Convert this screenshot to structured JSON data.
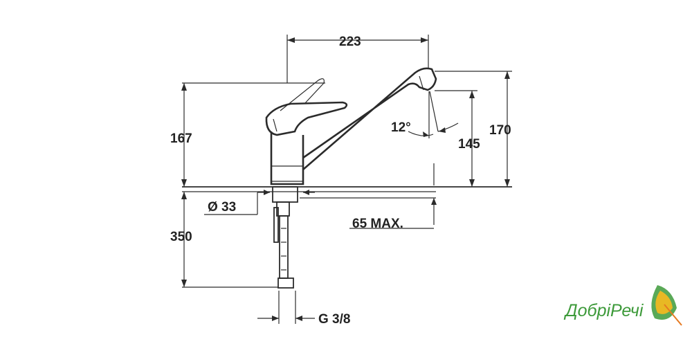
{
  "dimensions": {
    "width_label": "223",
    "height_left_label": "167",
    "height_right_label": "170",
    "spout_height_label": "145",
    "angle_label": "12°",
    "diameter_label": "Ø 33",
    "max_thickness_label": "65 MAX.",
    "hose_length_label": "350",
    "thread_label": "G 3/8"
  },
  "logo": {
    "text": "ДобріРечі"
  },
  "colors": {
    "line": "#2b2b2b",
    "text": "#222222",
    "logo_green": "#3d9a3a",
    "logo_yellow": "#e8b824",
    "logo_orange": "#e67a22"
  }
}
